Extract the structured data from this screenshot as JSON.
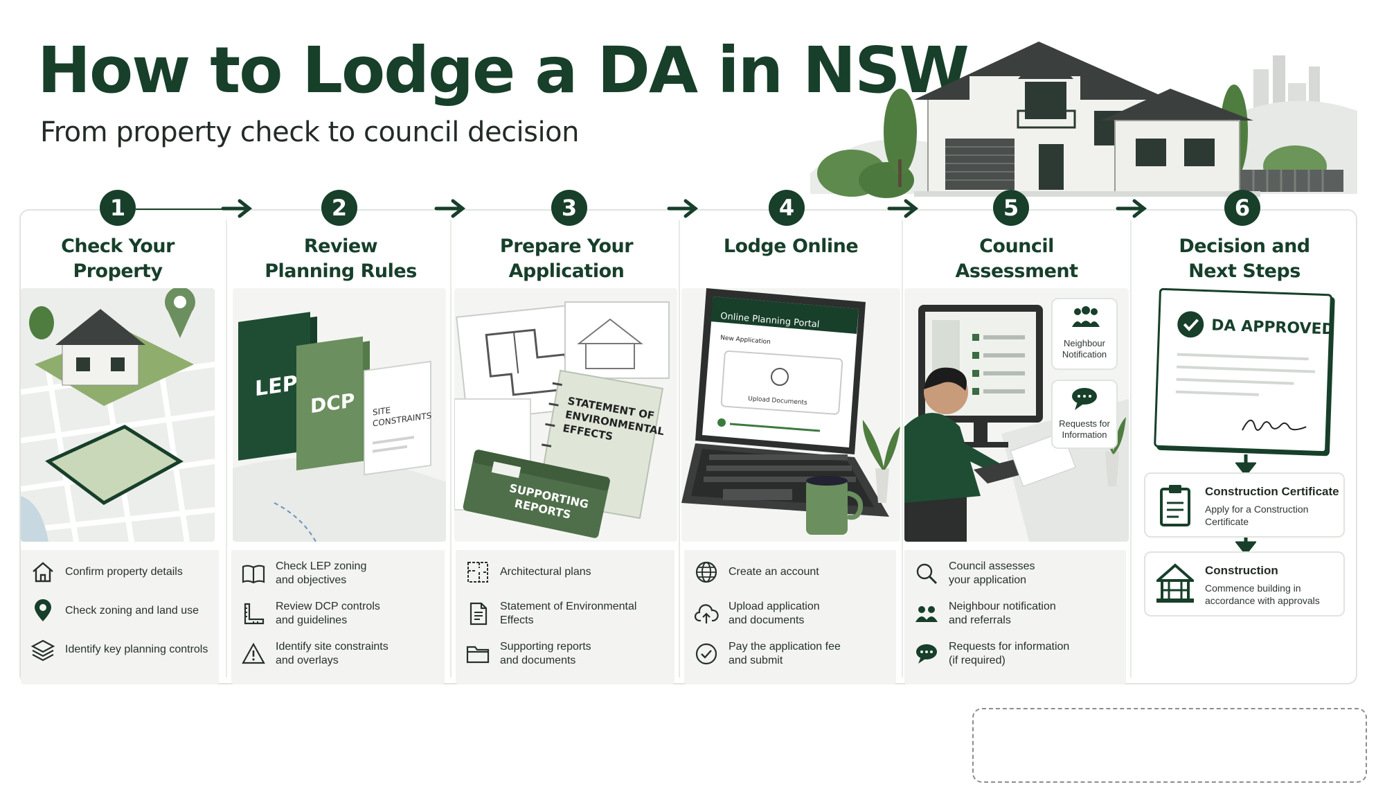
{
  "header": {
    "title": "How to Lodge a DA in NSW",
    "subtitle": "From property check to council decision"
  },
  "colors": {
    "primary": "#173f2a",
    "accent_green": "#6b8f5e",
    "panel_bg": "#f3f4f1"
  },
  "steps": [
    {
      "number": "1",
      "title_line1": "Check Your",
      "title_line2": "Property",
      "items": [
        {
          "icon": "home-icon",
          "text": "Confirm property details"
        },
        {
          "icon": "location-pin-icon",
          "text": "Check zoning and land use"
        },
        {
          "icon": "layers-icon",
          "text": "Identify key planning controls"
        }
      ]
    },
    {
      "number": "2",
      "title_line1": "Review",
      "title_line2": "Planning Rules",
      "book_labels": [
        "LEP",
        "DCP",
        "SITE",
        "CONSTRAINTS"
      ],
      "items": [
        {
          "icon": "open-book-icon",
          "text_line1": "Check LEP zoning",
          "text_line2": "and objectives"
        },
        {
          "icon": "ruler-square-icon",
          "text_line1": "Review DCP controls",
          "text_line2": "and guidelines"
        },
        {
          "icon": "warning-icon",
          "text_line1": "Identify site constraints",
          "text_line2": "and overlays"
        }
      ]
    },
    {
      "number": "3",
      "title_line1": "Prepare Your",
      "title_line2": "Application",
      "doc_labels": [
        "STATEMENT OF",
        "ENVIRONMENTAL",
        "EFFECTS",
        "SUPPORTING",
        "REPORTS"
      ],
      "items": [
        {
          "icon": "floor-plan-icon",
          "text_line1": "Architectural plans",
          "text_line2": ""
        },
        {
          "icon": "document-icon",
          "text_line1": "Statement of Environmental",
          "text_line2": "Effects"
        },
        {
          "icon": "folder-icon",
          "text_line1": "Supporting reports",
          "text_line2": "and documents"
        }
      ]
    },
    {
      "number": "4",
      "title_line1": "Lodge Online",
      "title_line2": "",
      "screen": {
        "portal": "Online Planning Portal",
        "form": "New Application",
        "upload": "Upload Documents"
      },
      "items": [
        {
          "icon": "globe-icon",
          "text_line1": "Create an account",
          "text_line2": ""
        },
        {
          "icon": "cloud-upload-icon",
          "text_line1": "Upload application",
          "text_line2": "and documents"
        },
        {
          "icon": "check-circle-icon",
          "text_line1": "Pay the application fee",
          "text_line2": "and submit"
        }
      ]
    },
    {
      "number": "5",
      "title_line1": "Council",
      "title_line2": "Assessment",
      "badges": [
        {
          "line1": "Neighbour",
          "line2": "Notification"
        },
        {
          "line1": "Requests for",
          "line2": "Information"
        }
      ],
      "items": [
        {
          "icon": "magnifier-icon",
          "text_line1": "Council assesses",
          "text_line2": "your application"
        },
        {
          "icon": "people-icon",
          "text_line1": "Neighbour notification",
          "text_line2": "and referrals"
        },
        {
          "icon": "chat-icon",
          "text_line1": "Requests for information",
          "text_line2": "(if required)"
        }
      ]
    },
    {
      "number": "6",
      "title_line1": "Decision and",
      "title_line2": "Next Steps",
      "approval": "DA APPROVED",
      "cards": [
        {
          "icon": "clipboard-icon",
          "title": "Construction Certificate",
          "desc_line1": "Apply for a Construction",
          "desc_line2": "Certificate"
        },
        {
          "icon": "house-frame-icon",
          "title": "Construction",
          "desc_line1": "Commence building in",
          "desc_line2": "accordance with approvals"
        }
      ]
    }
  ]
}
